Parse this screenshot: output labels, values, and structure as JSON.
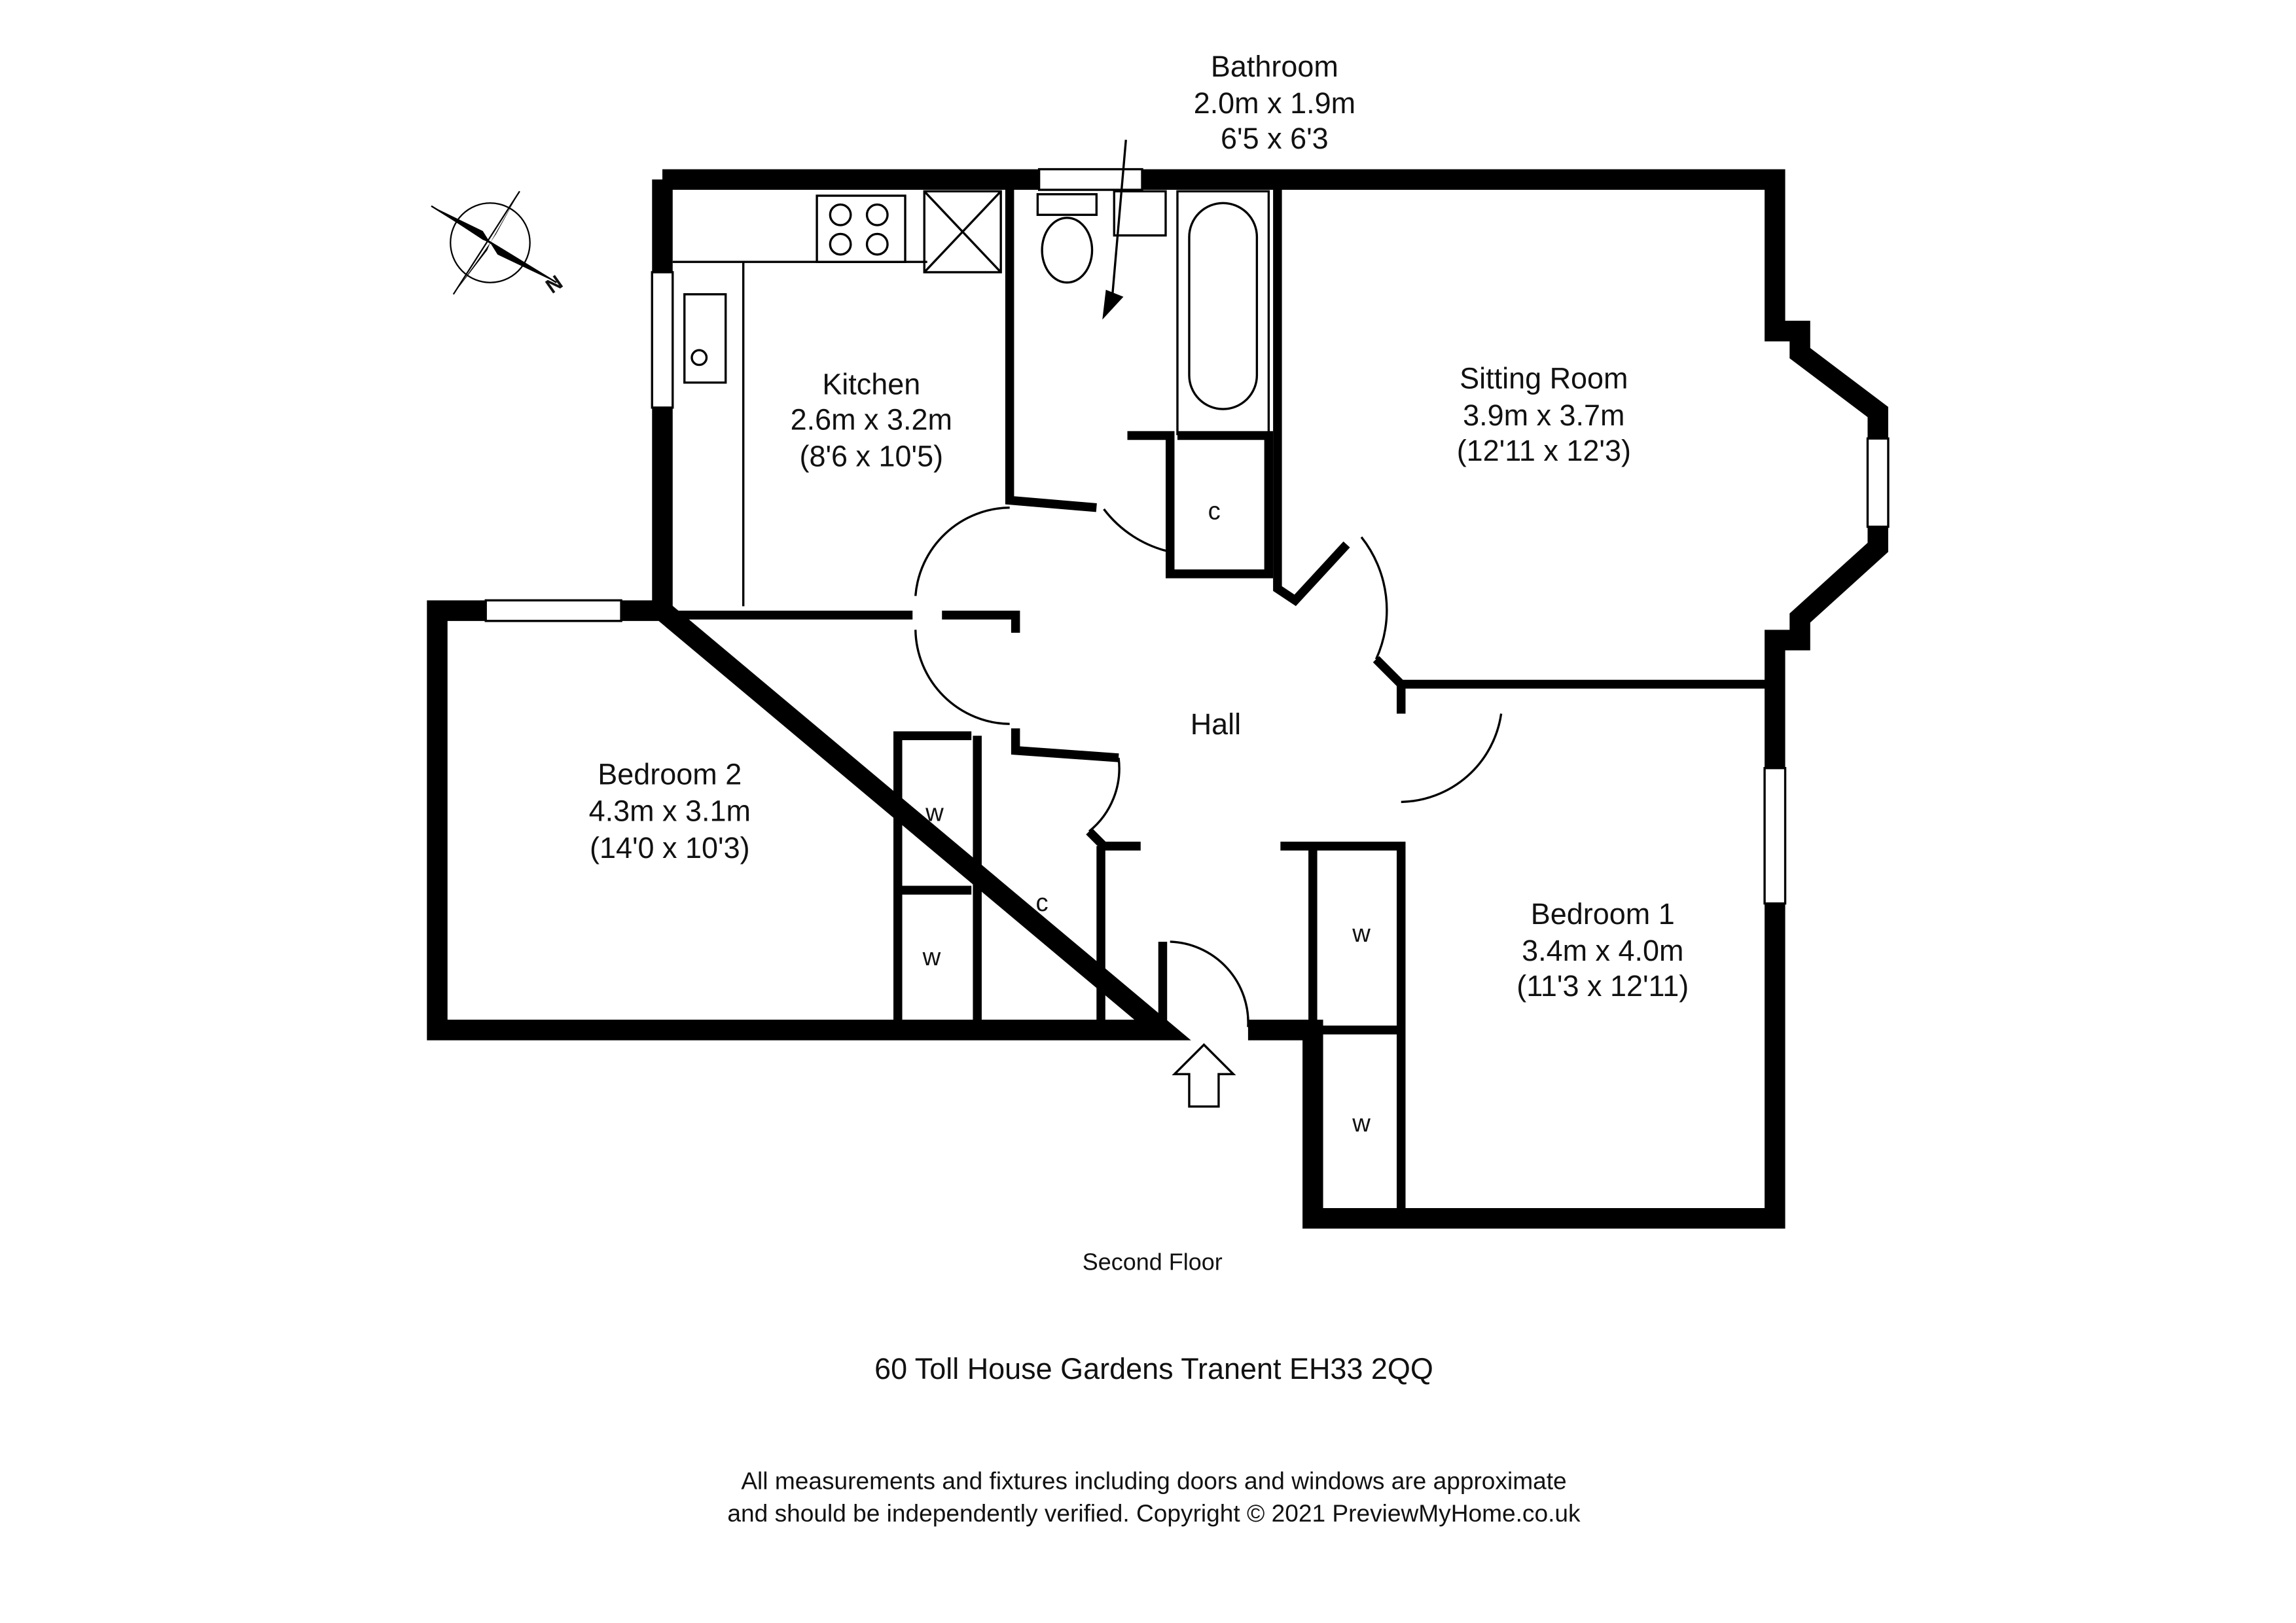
{
  "rooms": {
    "bathroom": {
      "name": "Bathroom",
      "metric": "2.0m x 1.9m",
      "imperial": "6'5 x 6'3"
    },
    "kitchen": {
      "name": "Kitchen",
      "metric": "2.6m x 3.2m",
      "imperial": "(8'6 x 10'5)"
    },
    "sitting": {
      "name": "Sitting Room",
      "metric": "3.9m x 3.7m",
      "imperial": "(12'11 x 12'3)"
    },
    "hall": {
      "name": "Hall"
    },
    "bedroom2": {
      "name": "Bedroom 2",
      "metric": "4.3m x 3.1m",
      "imperial": "(14'0 x 10'3)"
    },
    "bedroom1": {
      "name": "Bedroom 1",
      "metric": "3.4m x 4.0m",
      "imperial": "(11'3 x 12'11)"
    }
  },
  "cupboard_label": "c",
  "wardrobe_label": "w",
  "compass_label": "N",
  "floor_label": "Second Floor",
  "address": "60 Toll House Gardens Tranent EH33 2QQ",
  "disclaimer": {
    "line1": "All measurements and fixtures including doors and windows are approximate",
    "line2": "and should be independently verified. Copyright © 2021 PreviewMyHome.co.uk"
  }
}
